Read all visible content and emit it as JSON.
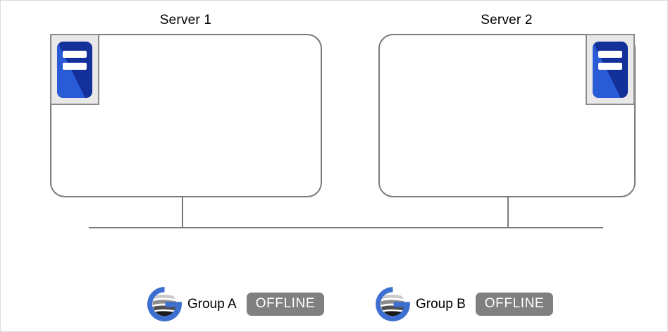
{
  "diagram": {
    "title": "",
    "servers": [
      {
        "id": "server-1",
        "label": "Server 1",
        "icon": "server-rack-icon",
        "icon_position": "top-left"
      },
      {
        "id": "server-2",
        "label": "Server 2",
        "icon": "server-rack-icon",
        "icon_position": "top-right"
      }
    ],
    "legend": [
      {
        "id": "group-a",
        "logo": "gluster-globe-g-logo",
        "label": "Group A",
        "status": "OFFLINE"
      },
      {
        "id": "group-b",
        "logo": "gluster-globe-g-logo",
        "label": "Group B",
        "status": "OFFLINE"
      }
    ],
    "connectors": {
      "bus_label": "",
      "drop_count": 2
    },
    "colors": {
      "box_stroke": "#7a7a7a",
      "icon_blue_dark": "#13309b",
      "icon_blue_light": "#2a5bd7",
      "icon_plate_fill": "#e8e8e8",
      "status_badge_bg": "#808080",
      "status_badge_text": "#ffffff",
      "logo_blue": "#3d6fd0",
      "canvas_border": "#dcdcdc"
    }
  }
}
